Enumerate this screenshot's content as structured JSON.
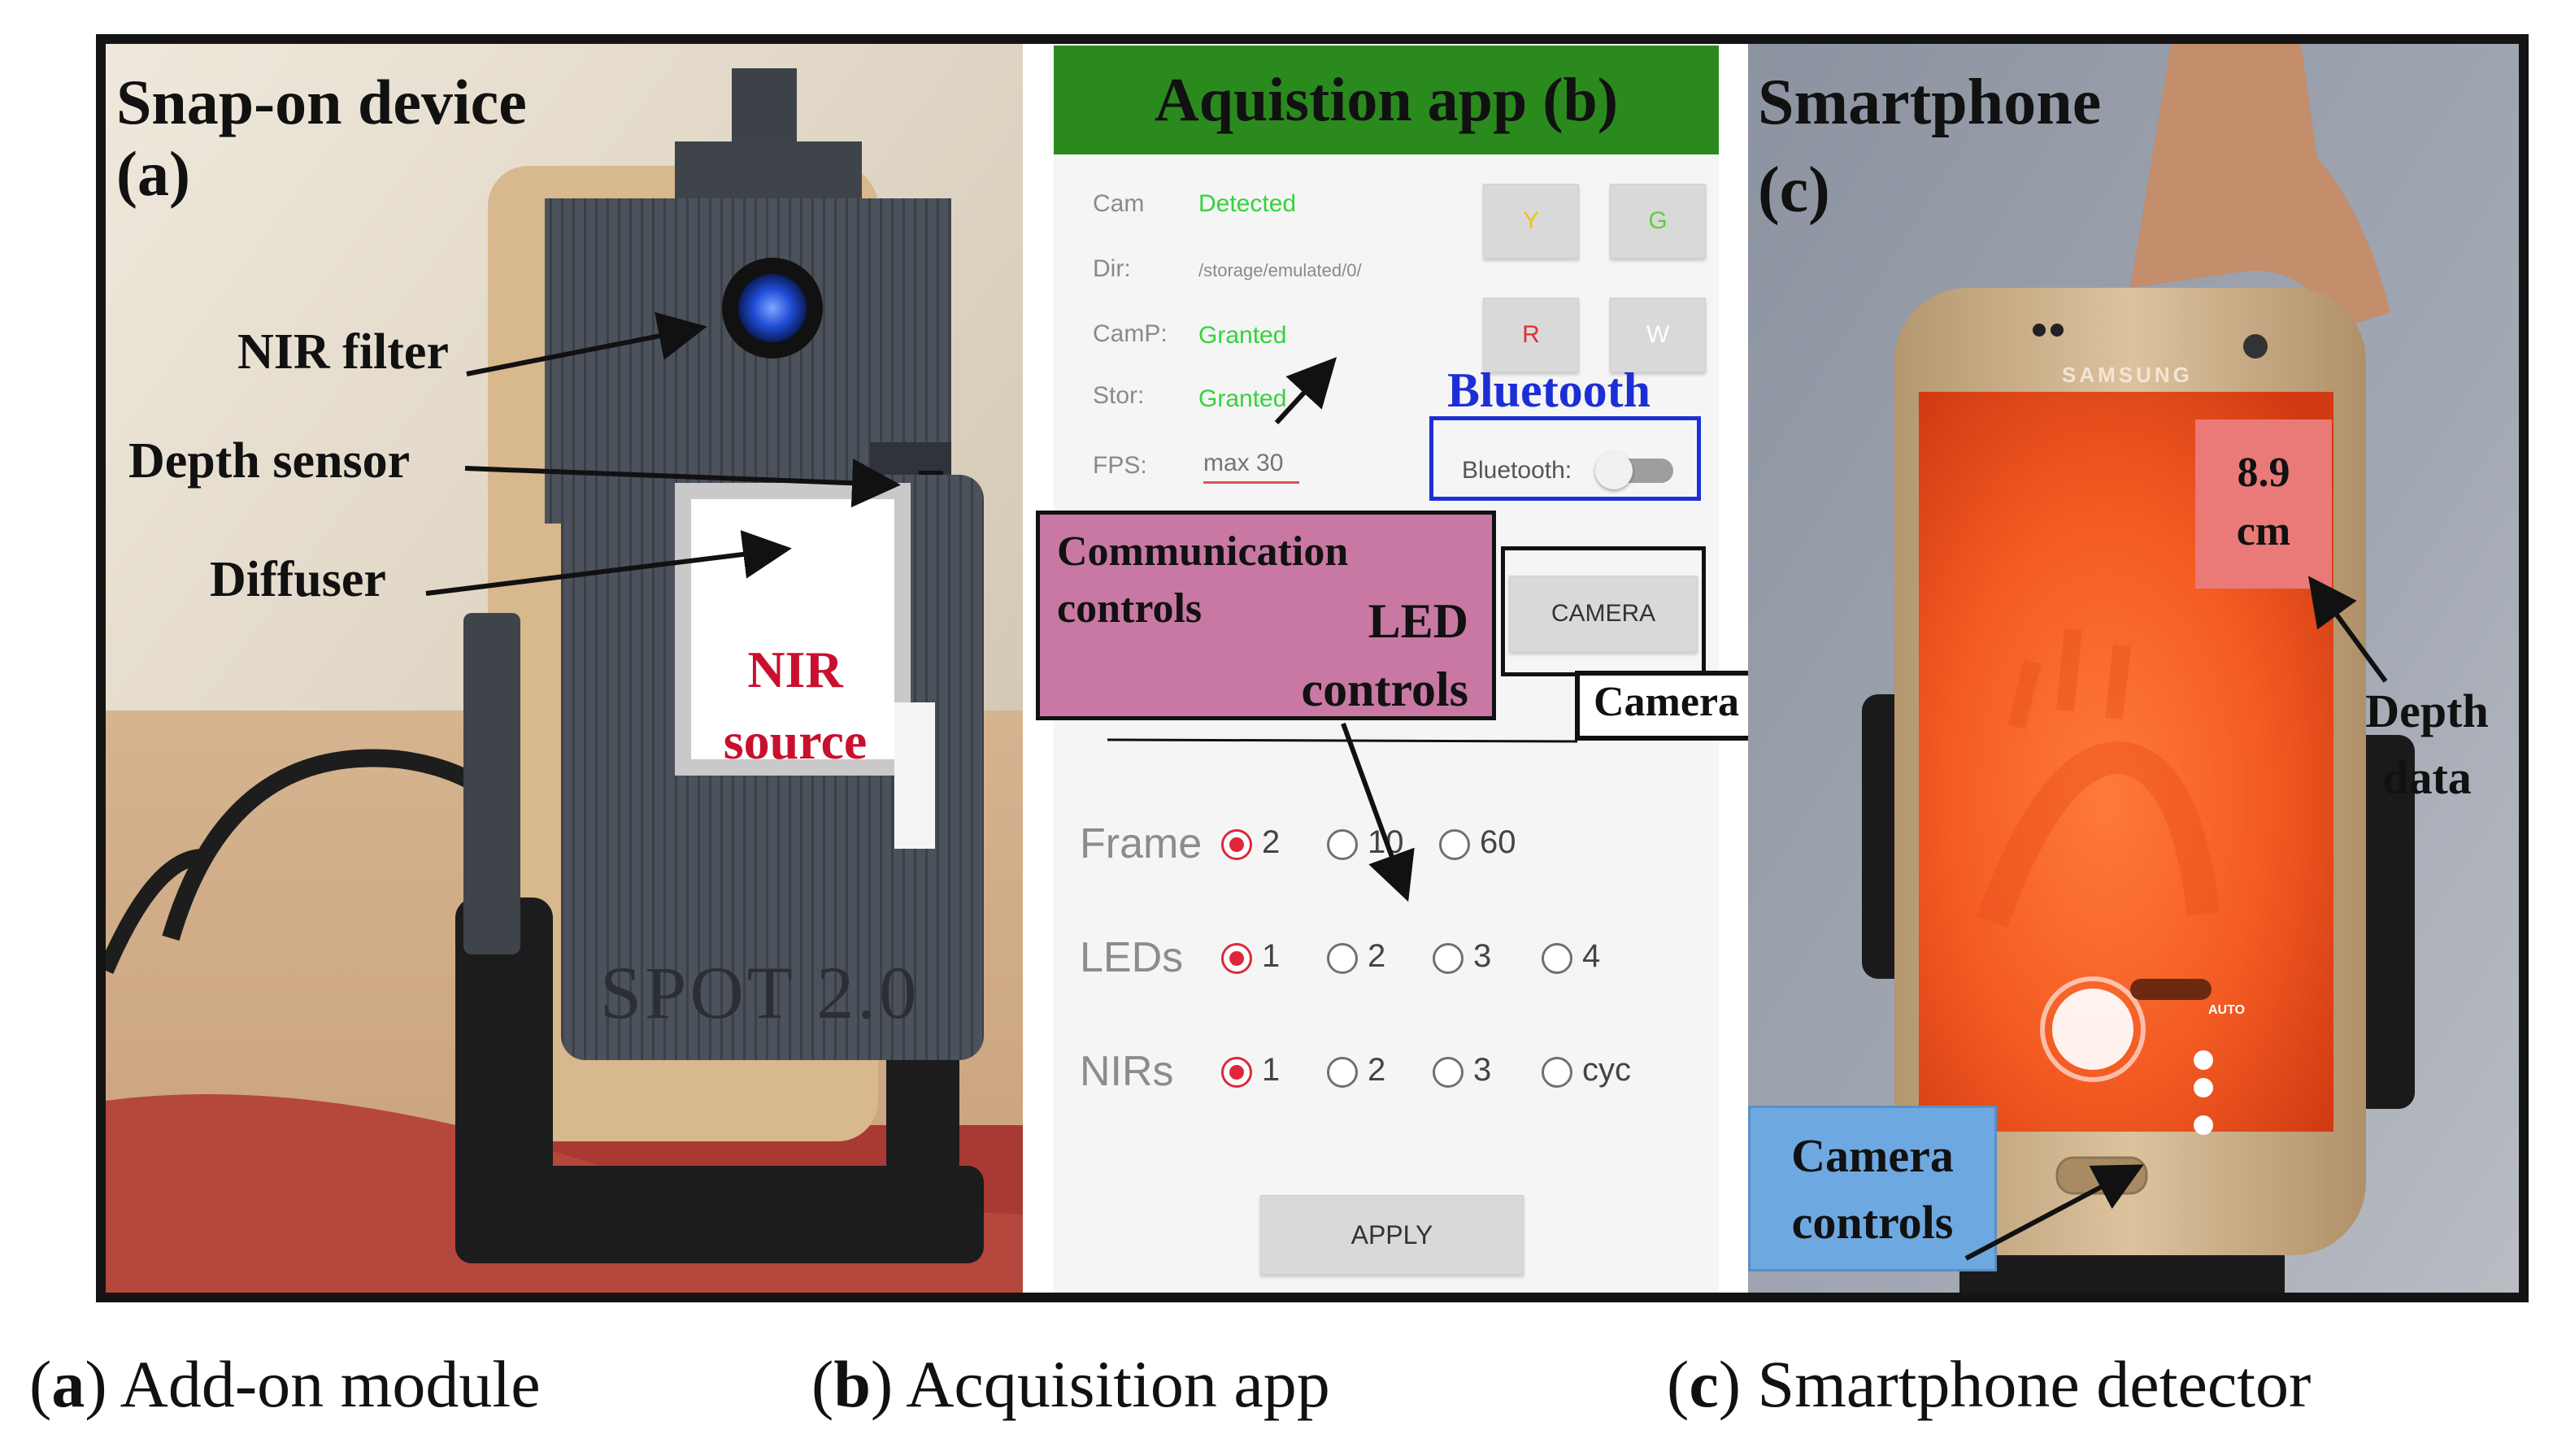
{
  "panel_a": {
    "title_line1": "Snap-on device",
    "title_line2": "(a)",
    "labels": {
      "nir_filter": "NIR filter",
      "depth_sensor": "Depth sensor",
      "diffuser": "Diffuser",
      "nir_source_line1": "NIR",
      "nir_source_line2": "source",
      "engraving": "SPOT 2.0"
    }
  },
  "panel_b": {
    "title": "Aquistion app (b)",
    "status": {
      "cam_label": "Cam",
      "cam_value": "Detected",
      "dir_label": "Dir:",
      "dir_value": "/storage/emulated/0/",
      "camp_label": "CamP:",
      "camp_value": "Granted",
      "stor_label": "Stor:",
      "stor_value": "Granted",
      "fps_label": "FPS:",
      "fps_placeholder": "max 30"
    },
    "color_buttons": {
      "y": "Y",
      "g": "G",
      "r": "R",
      "w": "W"
    },
    "bluetooth_heading": "Bluetooth",
    "bluetooth_label": "Bluetooth:",
    "bluetooth_on": false,
    "camera_button": "CAMERA",
    "callouts": {
      "communication_line1": "Communication",
      "communication_line2": "controls",
      "led_line1": "LED",
      "led_line2": "controls",
      "camera_view": "Camera View"
    },
    "frame": {
      "label": "Frame",
      "options": [
        "2",
        "10",
        "60"
      ],
      "selected": 0
    },
    "leds": {
      "label": "LEDs",
      "options": [
        "1",
        "2",
        "3",
        "4"
      ],
      "selected": 0
    },
    "nirs": {
      "label": "NIRs",
      "options": [
        "1",
        "2",
        "3",
        "cyc"
      ],
      "selected": 0
    },
    "apply_button": "APPLY"
  },
  "panel_c": {
    "title_line1": "Smartphone",
    "title_line2": "(c)",
    "brand": "SAMSUNG",
    "depth_value_line1": "8.9",
    "depth_value_line2": "cm",
    "depth_label_line1": "Depth",
    "depth_label_line2": "data",
    "camera_controls_line1": "Camera",
    "camera_controls_line2": "controls",
    "auto_label": "AUTO"
  },
  "captions": {
    "a_letter": "a",
    "a_text": " Add-on module",
    "b_letter": "b",
    "b_text": " Acquisition app",
    "c_letter": "c",
    "c_text": " Smartphone detector"
  },
  "colors": {
    "app_header": "#2b8a1e",
    "granted_green": "#34d33a",
    "callout_pink": "#c878a3",
    "bluetooth_blue": "#1c2fd6",
    "camera_controls_blue": "#6ea8e0",
    "depth_box": "#ea7a78",
    "device_gray": "#4b5059",
    "nir_red": "#c8102e"
  }
}
